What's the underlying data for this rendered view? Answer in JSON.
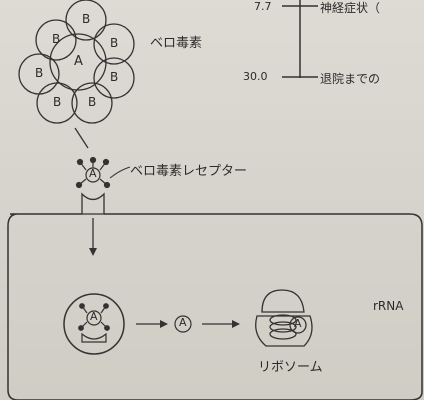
{
  "figure": {
    "toxin_label": "ベロ毒素",
    "receptor_label": "ベロ毒素レセプター",
    "ribosome_label": "リボソーム",
    "rrna_label": "rRNA",
    "subunit_a": "A",
    "subunit_b": "B"
  },
  "timeline": {
    "value_1": "7.7",
    "event_1": "神経症状（",
    "value_2": "30.0",
    "event_2": "退院までの"
  }
}
